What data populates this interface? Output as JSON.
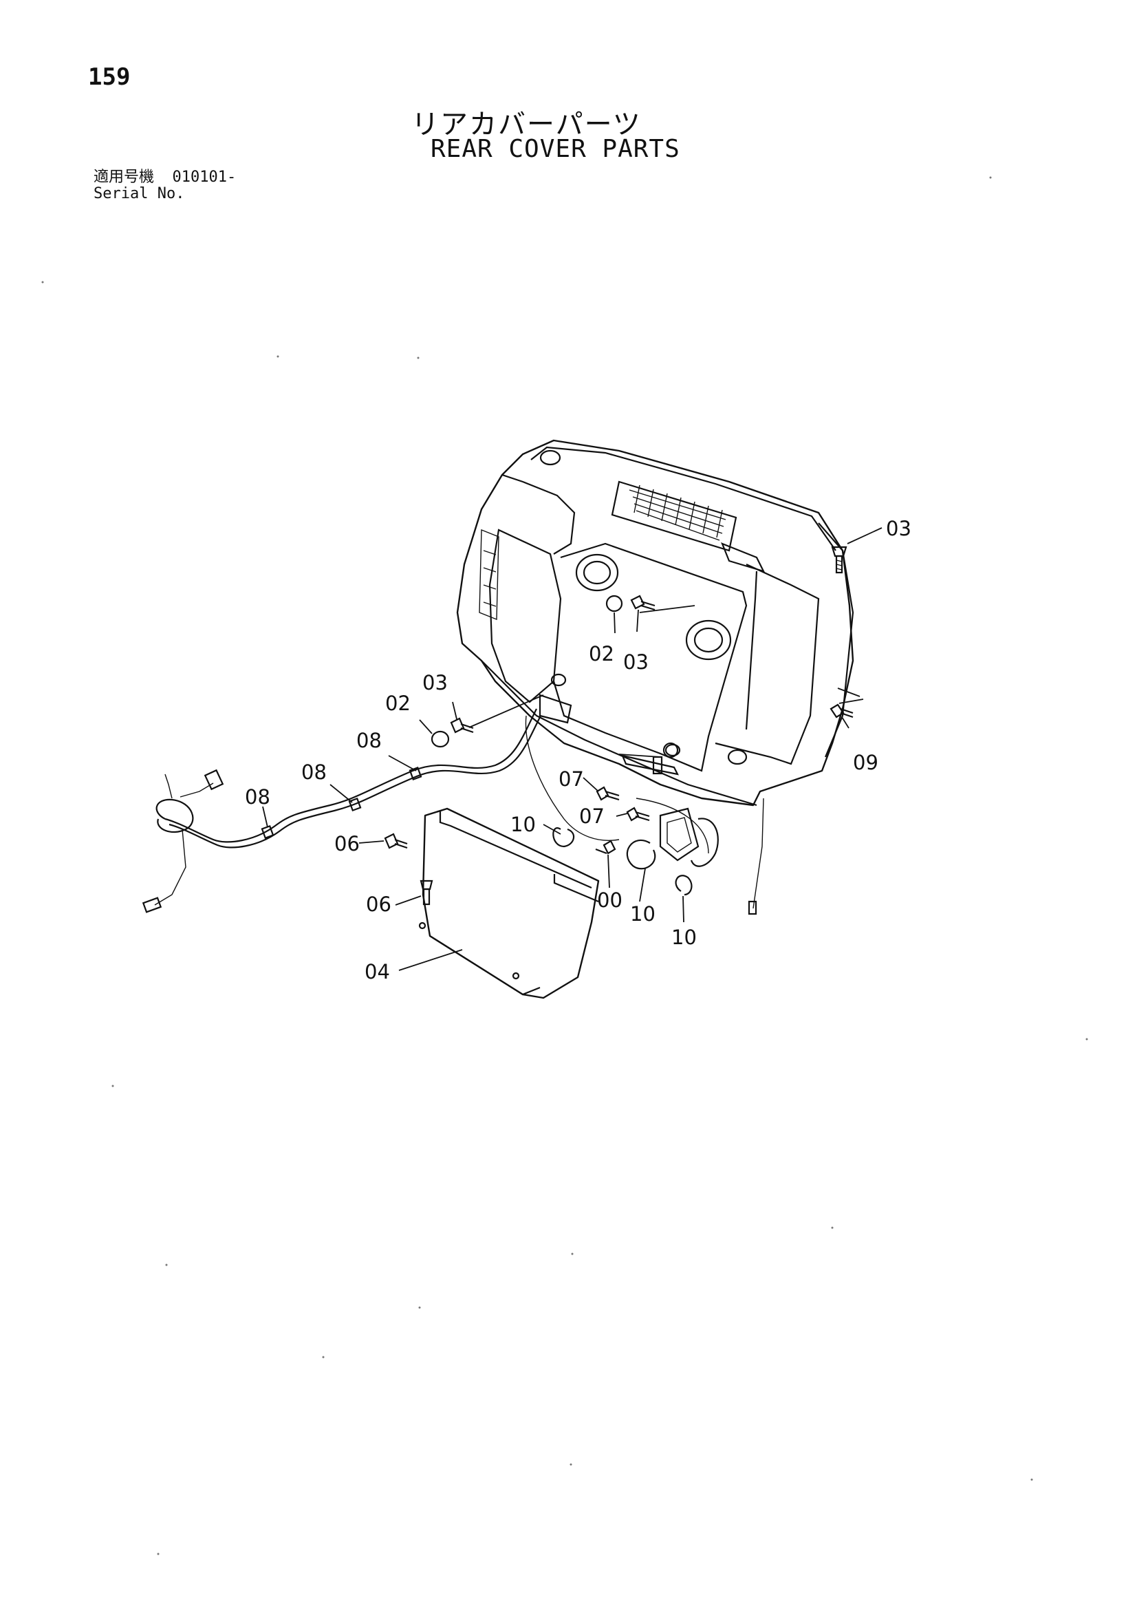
{
  "page_number": "159",
  "title_jp": "リアカバーパーツ",
  "title_en": "REAR COVER PARTS",
  "serial": {
    "label_jp": "適用号機",
    "value": "010101-",
    "label_en": "Serial No."
  },
  "callouts": {
    "c03_top_right": "03",
    "c02_center": "02",
    "c03_center": "03",
    "c03_left": "03",
    "c02_left": "02",
    "c08_a": "08",
    "c08_b": "08",
    "c08_c": "08",
    "c09": "09",
    "c07_a": "07",
    "c07_b": "07",
    "c10_a": "10",
    "c06_a": "06",
    "c06_b": "06",
    "c00": "00",
    "c10_b": "10",
    "c10_c": "10",
    "c04": "04"
  }
}
